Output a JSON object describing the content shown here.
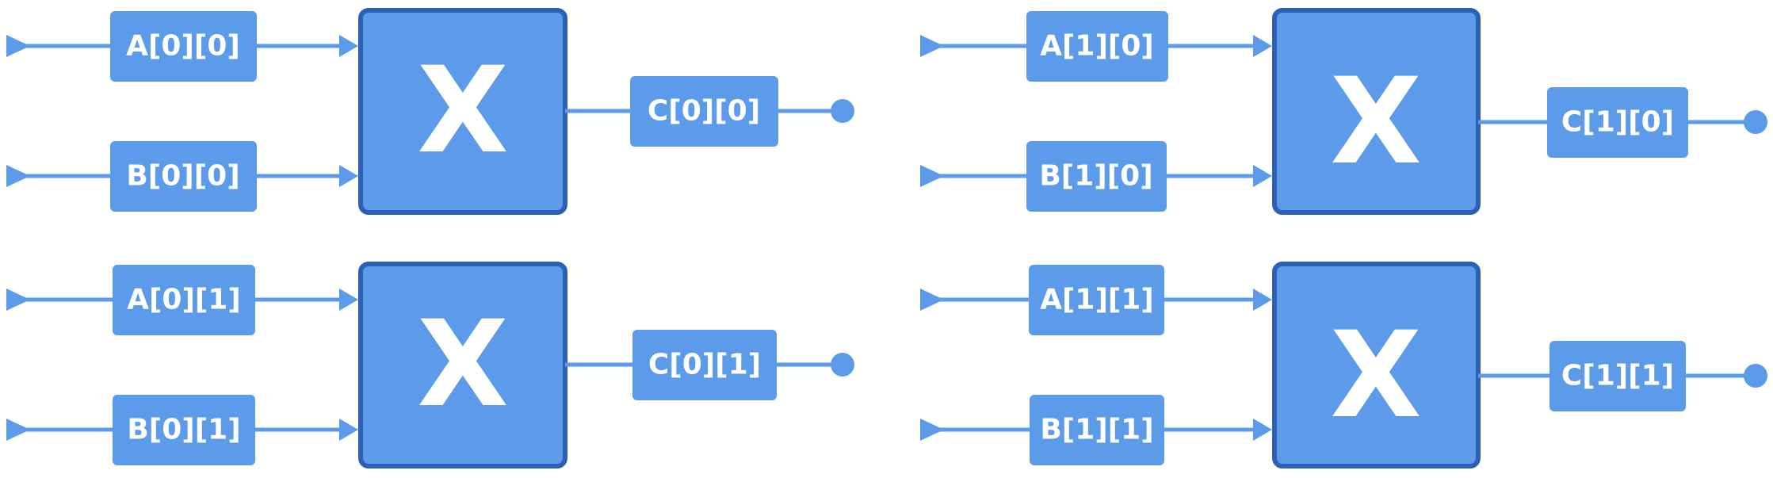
{
  "colors": {
    "fill": "#5b9bea",
    "stroke": "#2d5fb4",
    "wire": "#5b9bea",
    "text": "#ffffff"
  },
  "units": [
    {
      "a": "A[0][0]",
      "b": "B[0][0]",
      "op": "X",
      "c": "C[0][0]"
    },
    {
      "a": "A[0][1]",
      "b": "B[0][1]",
      "op": "X",
      "c": "C[0][1]"
    },
    {
      "a": "A[1][0]",
      "b": "B[1][0]",
      "op": "X",
      "c": "C[1][0]"
    },
    {
      "a": "A[1][1]",
      "b": "B[1][1]",
      "op": "X",
      "c": "C[1][1]"
    }
  ]
}
